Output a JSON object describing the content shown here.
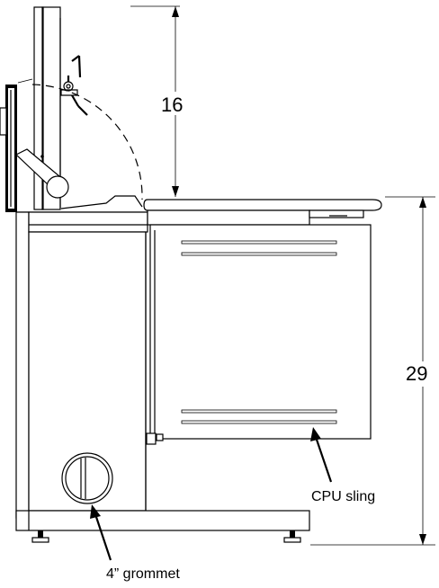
{
  "dimensions": {
    "upper_height": "16",
    "overall_height": "29"
  },
  "callouts": {
    "cpu_sling": "CPU sling",
    "grommet": "4” grommet"
  }
}
